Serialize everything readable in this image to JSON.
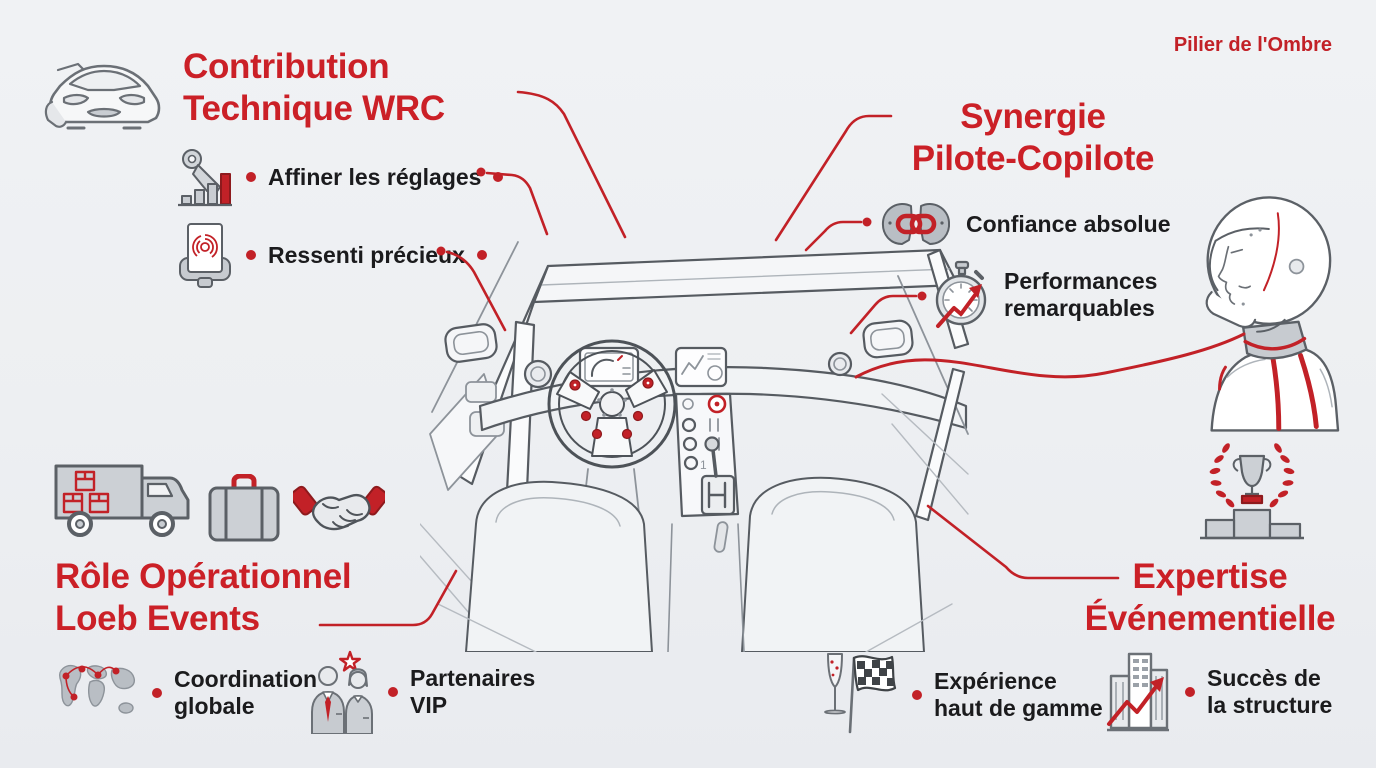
{
  "page": {
    "corner_label": "Pilier de l'Ombre",
    "background_color": "#edeff2",
    "accent_red": "#c22127",
    "title_red": "#cb2027",
    "text_color": "#1b1b1d",
    "icon_gray": "#c9cdd2"
  },
  "center": {
    "illustration": "rally-car-cockpit-line-drawing",
    "side_illustration": "co-driver-helmet-profile"
  },
  "sections": {
    "wrc": {
      "title_line1": "Contribution",
      "title_line2": "Technique WRC",
      "icon": "rally-car-icon",
      "bullet1": {
        "icon": "key-growth-icon",
        "text": "Affiner les réglages"
      },
      "bullet2": {
        "icon": "fingerprint-scanner-icon",
        "text": "Ressenti précieux"
      }
    },
    "synergy": {
      "title_line1": "Synergie",
      "title_line2": "Pilote-Copilote",
      "bullet1": {
        "icon": "duo-link-icon",
        "text": "Confiance absolue"
      },
      "bullet2": {
        "icon": "stopwatch-growth-icon",
        "line1": "Performances",
        "line2": "remarquables"
      }
    },
    "operations": {
      "title_line1": "Rôle Opérationnel",
      "title_line2": "Loeb Events",
      "icons": [
        "truck-icon",
        "briefcase-icon",
        "handshake-icon"
      ],
      "bullet1": {
        "icon": "world-map-icon",
        "line1": "Coordination",
        "line2": "globale"
      },
      "bullet2": {
        "icon": "vip-people-icon",
        "line1": "Partenaires",
        "line2": "VIP"
      }
    },
    "events": {
      "title_line1": "Expertise",
      "title_line2": "Événementielle",
      "icon": "trophy-podium-icon",
      "bullet1": {
        "icon": "champagne-flag-icon",
        "line1": "Expérience",
        "line2": "haut de gamme"
      },
      "bullet2": {
        "icon": "buildings-growth-icon",
        "line1": "Succès de",
        "line2": "la structure"
      }
    }
  }
}
